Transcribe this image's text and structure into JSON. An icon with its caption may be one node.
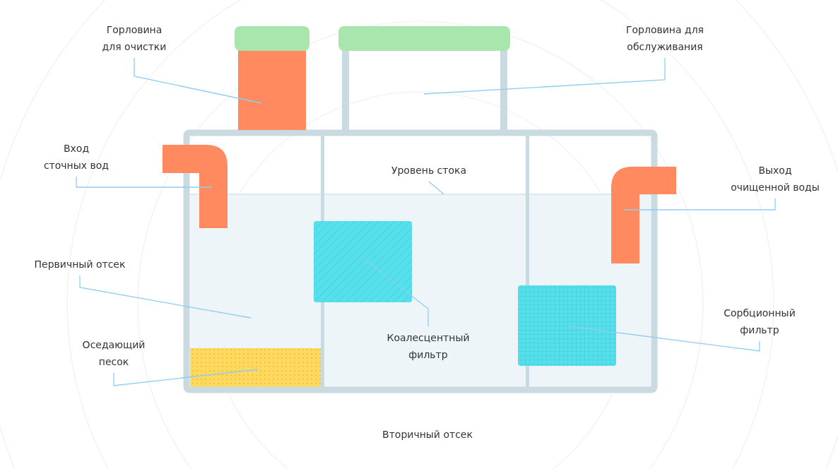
{
  "diagram": {
    "nodes": [
      {
        "text": [
          "Горловина для очистки"
        ]
      },
      {
        "text": [],
        "shape": "box"
      },
      {
        "text": [
          "Горловина для обслуживания"
        ]
      },
      {
        "text": [],
        "shape": "box"
      },
      {
        "text": [
          "Вход сточных вод"
        ]
      },
      {
        "text": [],
        "shape": "pipe"
      },
      {
        "text": [
          "Уровень стока"
        ]
      },
      {
        "text": [],
        "shape": "line"
      },
      {
        "text": [
          "Выход очищенной воды"
        ]
      },
      {
        "text": [],
        "shape": "pipe"
      },
      {
        "text": [
          "Первичный отсек"
        ]
      },
      {
        "text": [],
        "shape": "box"
      },
      {
        "text": [
          "Коалесцентный фильтр"
        ]
      },
      {
        "text": [],
        "shape": "box"
      },
      {
        "text": [
          "Сорбционный фильтр"
        ]
      },
      {
        "text": [],
        "shape": "box"
      },
      {
        "text": [
          "Оседающий песок"
        ]
      },
      {
        "text": [],
        "shape": "box",
        "in": 11
      }
    ],
    "edges": [
      {
        "from": 0,
        "to": 1,
        "arrow": "none"
      },
      {
        "from": 2,
        "to": 3,
        "arrow": "none"
      },
      {
        "from": 4,
        "to": 5,
        "arrow": "none"
      },
      {
        "from": 6,
        "to": 7,
        "arrow": "none"
      },
      {
        "from": 8,
        "to": 9,
        "arrow": "none"
      },
      {
        "from": 10,
        "to": 11,
        "arrow": "none"
      },
      {
        "from": 12,
        "to": 13,
        "arrow": "none"
      },
      {
        "from": 14,
        "to": 15,
        "arrow": "none"
      },
      {
        "from": 16,
        "to": 17,
        "arrow": "none"
      }
    ],
    "labels": [
      "Вторичный отсек"
    ]
  }
}
